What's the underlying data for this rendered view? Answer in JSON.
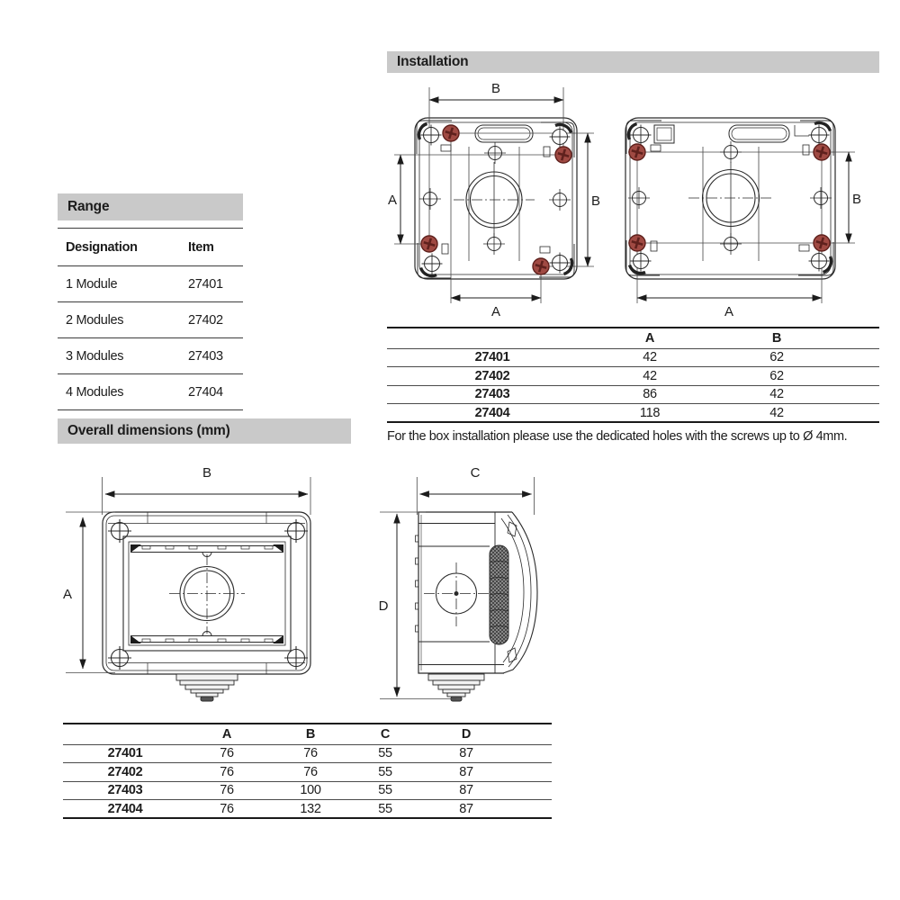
{
  "colors": {
    "header_bg": "#c9c9c9",
    "ink": "#1c1c1c",
    "drawing_line": "#2a2a2a",
    "screw_red": "#a04a43",
    "screw_red_dark": "#5f211d"
  },
  "range": {
    "title": "Range",
    "columns": [
      "Designation",
      "Item"
    ],
    "rows": [
      {
        "designation": "1 Module",
        "item": "27401"
      },
      {
        "designation": "2 Modules",
        "item": "27402"
      },
      {
        "designation": "3 Modules",
        "item": "27403"
      },
      {
        "designation": "4 Modules",
        "item": "27404"
      }
    ]
  },
  "installation": {
    "title": "Installation",
    "drawing_left": {
      "dim_top": "B",
      "dim_left": "A",
      "dim_right": "B",
      "dim_bottom": "A"
    },
    "drawing_right": {
      "dim_right": "B",
      "dim_bottom": "A"
    },
    "table": {
      "columns": [
        "A",
        "B"
      ],
      "rows": [
        {
          "item": "27401",
          "a": "42",
          "b": "62"
        },
        {
          "item": "27402",
          "a": "42",
          "b": "62"
        },
        {
          "item": "27403",
          "a": "86",
          "b": "42"
        },
        {
          "item": "27404",
          "a": "118",
          "b": "42"
        }
      ]
    },
    "note": "For the box installation please use the dedicated holes with the screws up to Ø 4mm."
  },
  "overall": {
    "title": "Overall dimensions (mm)",
    "drawing_front": {
      "dim_top": "B",
      "dim_left": "A"
    },
    "drawing_side": {
      "dim_top": "C",
      "dim_left": "D"
    },
    "table": {
      "columns": [
        "A",
        "B",
        "C",
        "D"
      ],
      "rows": [
        {
          "item": "27401",
          "a": "76",
          "b": "76",
          "c": "55",
          "d": "87"
        },
        {
          "item": "27402",
          "a": "76",
          "b": "76",
          "c": "55",
          "d": "87"
        },
        {
          "item": "27403",
          "a": "76",
          "b": "100",
          "c": "55",
          "d": "87"
        },
        {
          "item": "27404",
          "a": "76",
          "b": "132",
          "c": "55",
          "d": "87"
        }
      ]
    }
  }
}
